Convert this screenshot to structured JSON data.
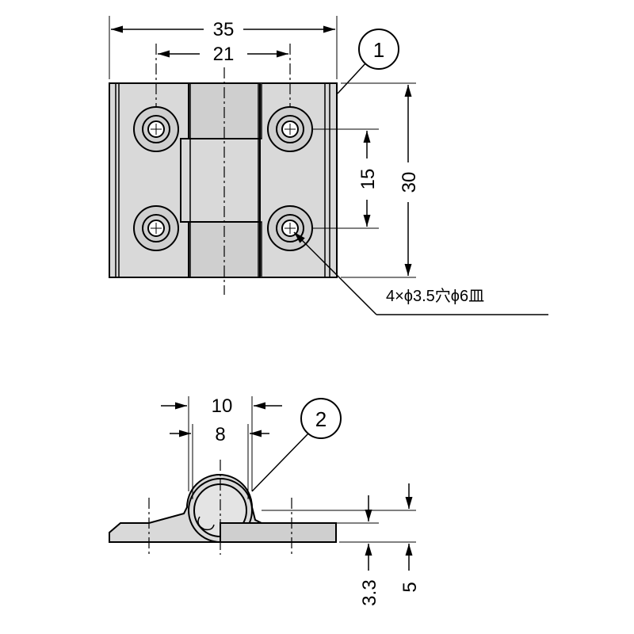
{
  "top_view": {
    "dimensions": {
      "overall_width": "35",
      "hole_spacing_x": "21",
      "hole_spacing_y": "15",
      "overall_height": "30"
    },
    "callout_1": "1",
    "hole_note": "4×ϕ3.5穴ϕ6皿"
  },
  "side_view": {
    "dimensions": {
      "knuckle_outer": "10",
      "knuckle_inner": "8",
      "leaf_thickness": "3.3",
      "total_height": "5"
    },
    "callout_2": "2"
  }
}
